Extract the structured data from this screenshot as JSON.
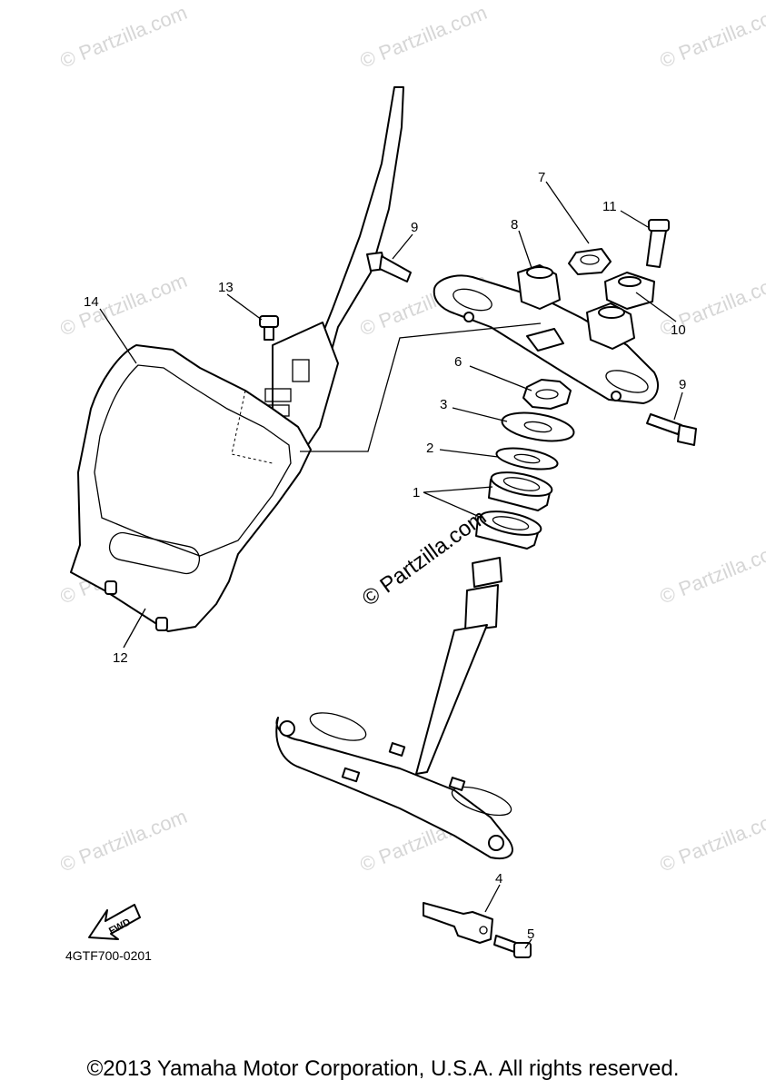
{
  "callouts": {
    "c1": "1",
    "c2": "2",
    "c3": "3",
    "c4": "4",
    "c5": "5",
    "c6": "6",
    "c7": "7",
    "c8": "8",
    "c9a": "9",
    "c9b": "9",
    "c10": "10",
    "c11": "11",
    "c12": "12",
    "c13": "13",
    "c14": "14"
  },
  "watermark": {
    "repeat_text": "© Partzilla.com",
    "center_text": "© Partzilla.com"
  },
  "fwd_label": "FWD",
  "diagram_code": "4GTF700-0201",
  "copyright": "©2013 Yamaha Motor Corporation, U.S.A. All rights reserved."
}
